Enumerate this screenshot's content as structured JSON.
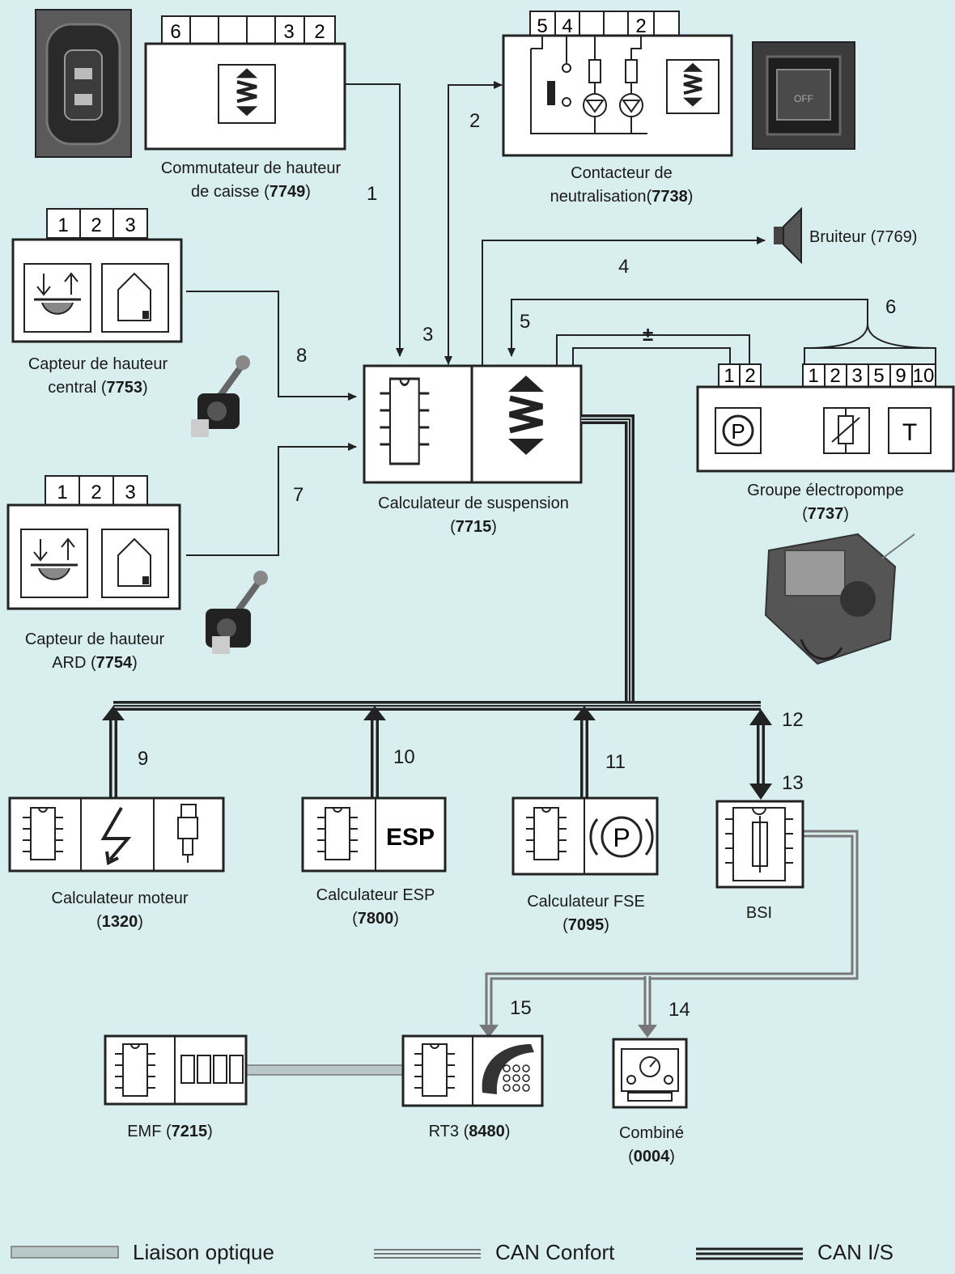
{
  "components": {
    "commutateur": {
      "name": "Commutateur de hauteur",
      "name2": "de caisse",
      "code": "7749",
      "pins": [
        "6",
        "",
        "",
        "",
        "3",
        "2"
      ]
    },
    "contacteur": {
      "name": "Contacteur de",
      "name2": "neutralisation",
      "code": "7738",
      "pins": [
        "5",
        "4",
        "",
        "",
        "2",
        ""
      ]
    },
    "bruiteur": {
      "name": "Bruiteur",
      "code": "7769"
    },
    "capteur_central": {
      "name": "Capteur de hauteur",
      "name2": "central",
      "code": "7753",
      "pins": [
        "1",
        "2",
        "3"
      ]
    },
    "capteur_ard": {
      "name": "Capteur de hauteur",
      "name2": "ARD",
      "code": "7754",
      "pins": [
        "1",
        "2",
        "3"
      ]
    },
    "calculateur_suspension": {
      "name": "Calculateur de suspension",
      "code": "7715"
    },
    "groupe_electropompe": {
      "name": "Groupe électropompe",
      "code": "7737",
      "pins_a": [
        "1",
        "2"
      ],
      "pins_b": [
        "1",
        "2",
        "3",
        "5",
        "9",
        "10"
      ],
      "icon_letter_p": "P",
      "icon_letter_t": "T"
    },
    "calculateur_moteur": {
      "name": "Calculateur moteur",
      "code": "1320"
    },
    "calculateur_esp": {
      "name": "Calculateur ESP",
      "code": "7800",
      "icon_text": "ESP"
    },
    "calculateur_fse": {
      "name": "Calculateur FSE",
      "code": "7095",
      "icon_letter": "P"
    },
    "bsi": {
      "name": "BSI"
    },
    "emf": {
      "name": "EMF",
      "code": "7215"
    },
    "rt3": {
      "name": "RT3",
      "code": "8480"
    },
    "combine": {
      "name": "Combiné",
      "code": "0004"
    }
  },
  "link_numbers": [
    "1",
    "2",
    "3",
    "4",
    "5",
    "6",
    "7",
    "8",
    "9",
    "10",
    "11",
    "12",
    "13",
    "14",
    "15"
  ],
  "power_symbol": "±",
  "legend": {
    "optique": "Liaison optique",
    "can_confort": "CAN Confort",
    "can_is": "CAN I/S"
  },
  "colors": {
    "background": "#d9eeef",
    "line": "#222222",
    "optical_fill": "#b8c8c8"
  },
  "icons": [
    "height-switch-icon",
    "microchip-icon",
    "suspension-spring-icon",
    "height-sensor-icon",
    "vehicle-profile-icon",
    "speaker-icon",
    "lightning-icon",
    "injector-icon",
    "parking-brake-icon",
    "fuse-icon",
    "phone-keypad-icon",
    "gauge-icon",
    "motor-p-icon",
    "thermistor-icon"
  ]
}
